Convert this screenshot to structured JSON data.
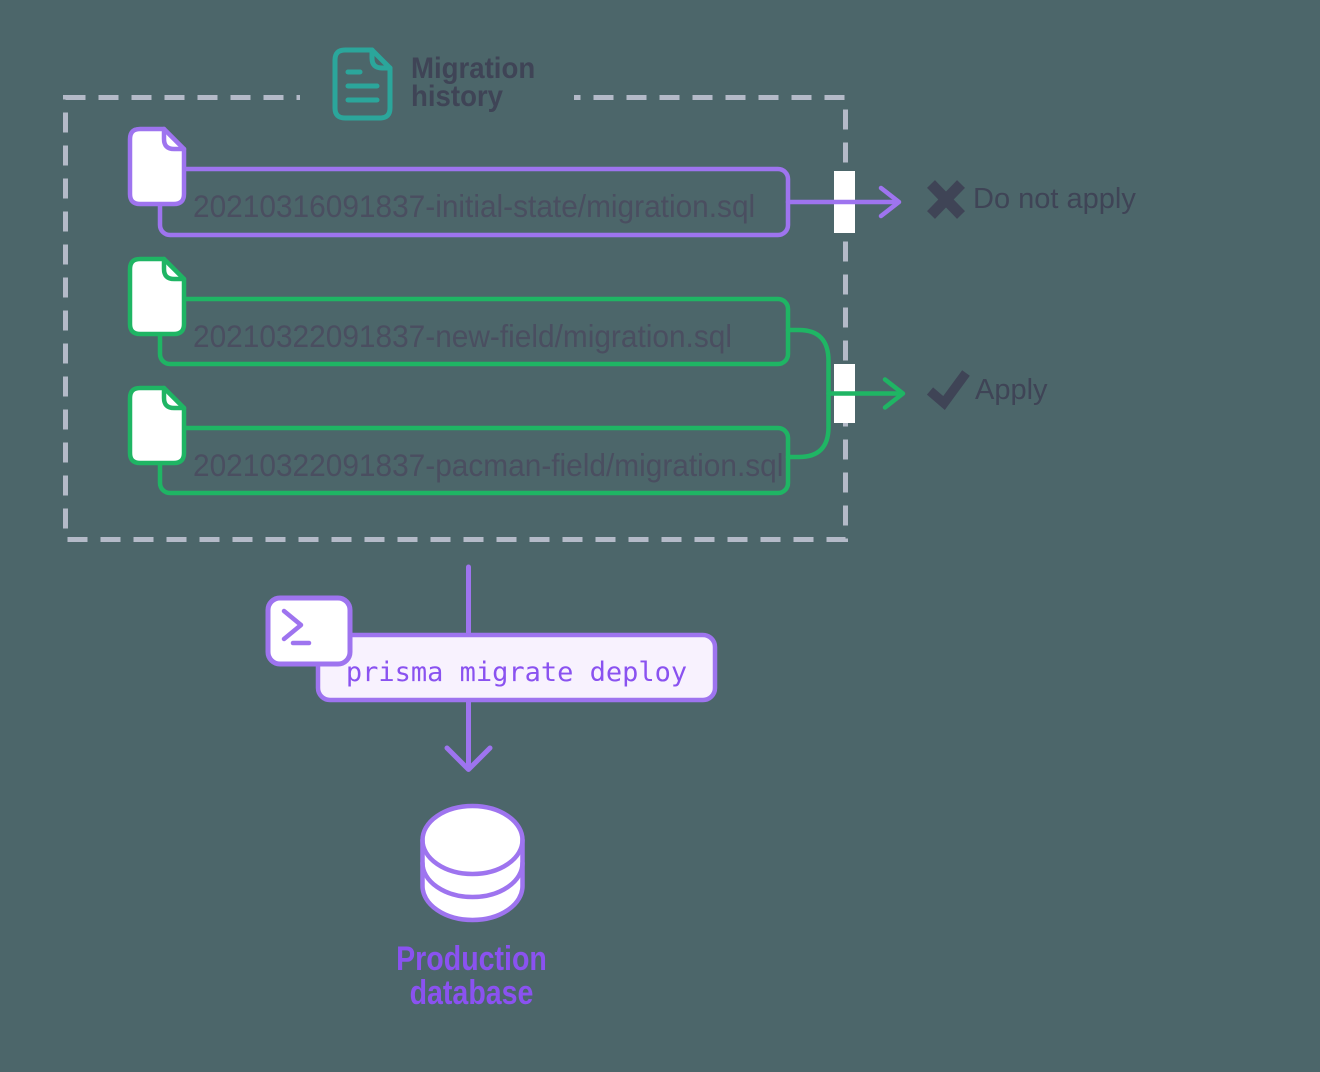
{
  "diagram": {
    "title": {
      "line1": "Migration",
      "line2": "history"
    },
    "migrations": [
      {
        "file": "20210316091837-initial-state/migration.sql",
        "outcome": "do-not-apply"
      },
      {
        "file": "20210322091837-new-field/migration.sql",
        "outcome": "apply"
      },
      {
        "file": "20210322091837-pacman-field/migration.sql",
        "outcome": "apply"
      }
    ],
    "outcomes": {
      "do_not_apply": "Do not apply",
      "apply": "Apply"
    },
    "command": "prisma migrate deploy",
    "database_label": {
      "line1": "Production",
      "line2": "database"
    },
    "colors": {
      "background": "#4c666a",
      "purple": "#9e74ef",
      "purple_text": "#8a52f0",
      "green": "#1fb564",
      "teal": "#2ba69b",
      "slate": "#3f4456",
      "filename": "#4a4e60",
      "dash": "#b4bac8",
      "command_fill": "#f8f2fe",
      "white": "#ffffff"
    }
  }
}
